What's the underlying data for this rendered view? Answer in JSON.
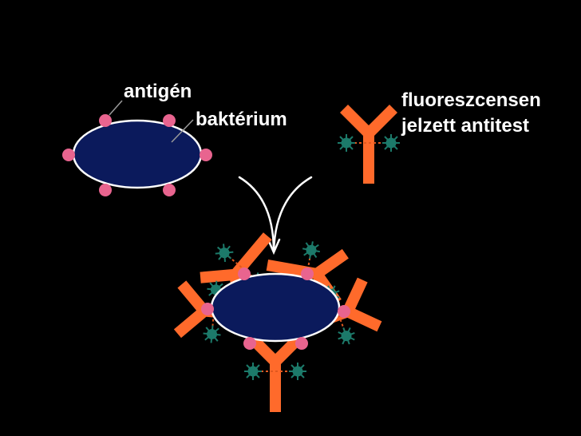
{
  "labels": {
    "antigen": "antigén",
    "bacterium": "baktérium",
    "fluorescent_line1": "fluoreszcensen",
    "fluorescent_line2": "jelzett antitest"
  },
  "colors": {
    "background": "#000000",
    "bacterium_fill": "#0b1a5c",
    "bacterium_outline": "#ffffff",
    "antigen": "#e8648f",
    "antibody": "#ff6a2b",
    "fluorophore": "#1c7a6a",
    "arrow": "#ffffff"
  }
}
